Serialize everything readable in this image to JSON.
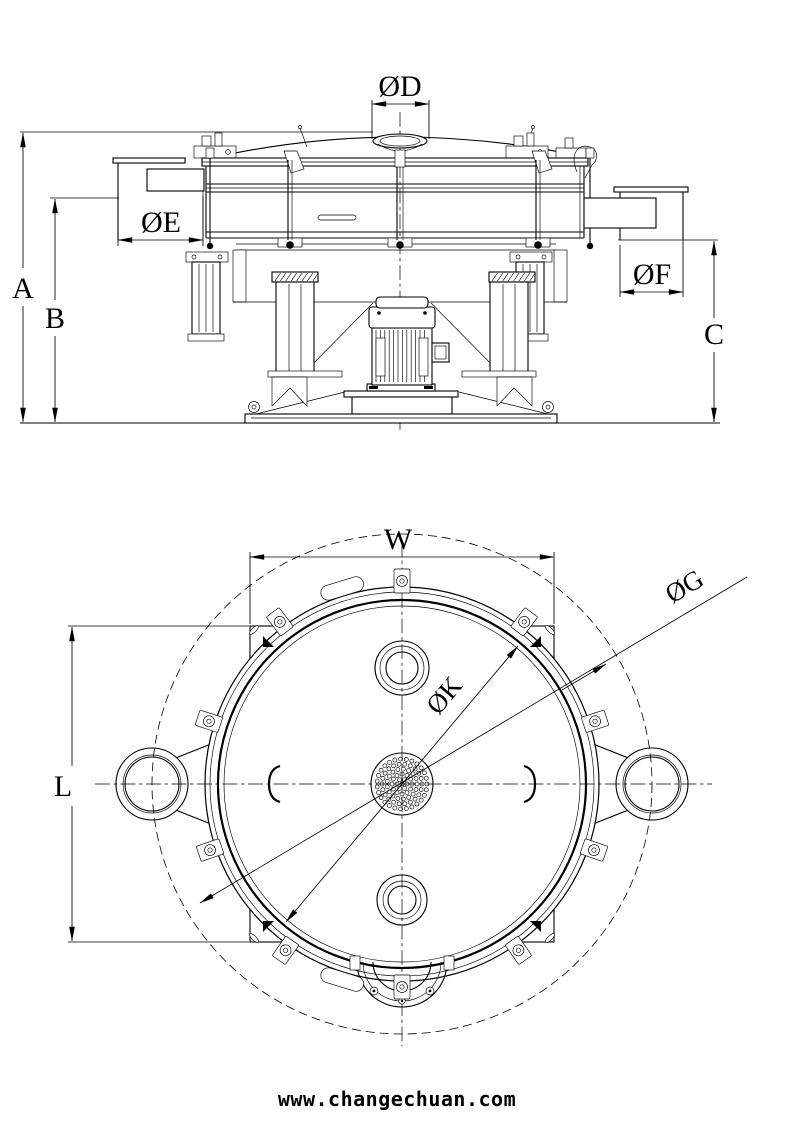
{
  "drawing_labels": {
    "side_view": {
      "dim_a": "A",
      "dim_b": "B",
      "dim_c": "C",
      "dim_d": "ØD",
      "dim_e": "ØE",
      "dim_f": "ØF"
    },
    "plan_view": {
      "dim_w": "W",
      "dim_l": "L",
      "dim_g": "ØG",
      "dim_k": "ØK"
    }
  },
  "footer": {
    "website_url": "www.changechuan.com"
  },
  "colors": {
    "line": "#000000",
    "background": "#ffffff"
  }
}
